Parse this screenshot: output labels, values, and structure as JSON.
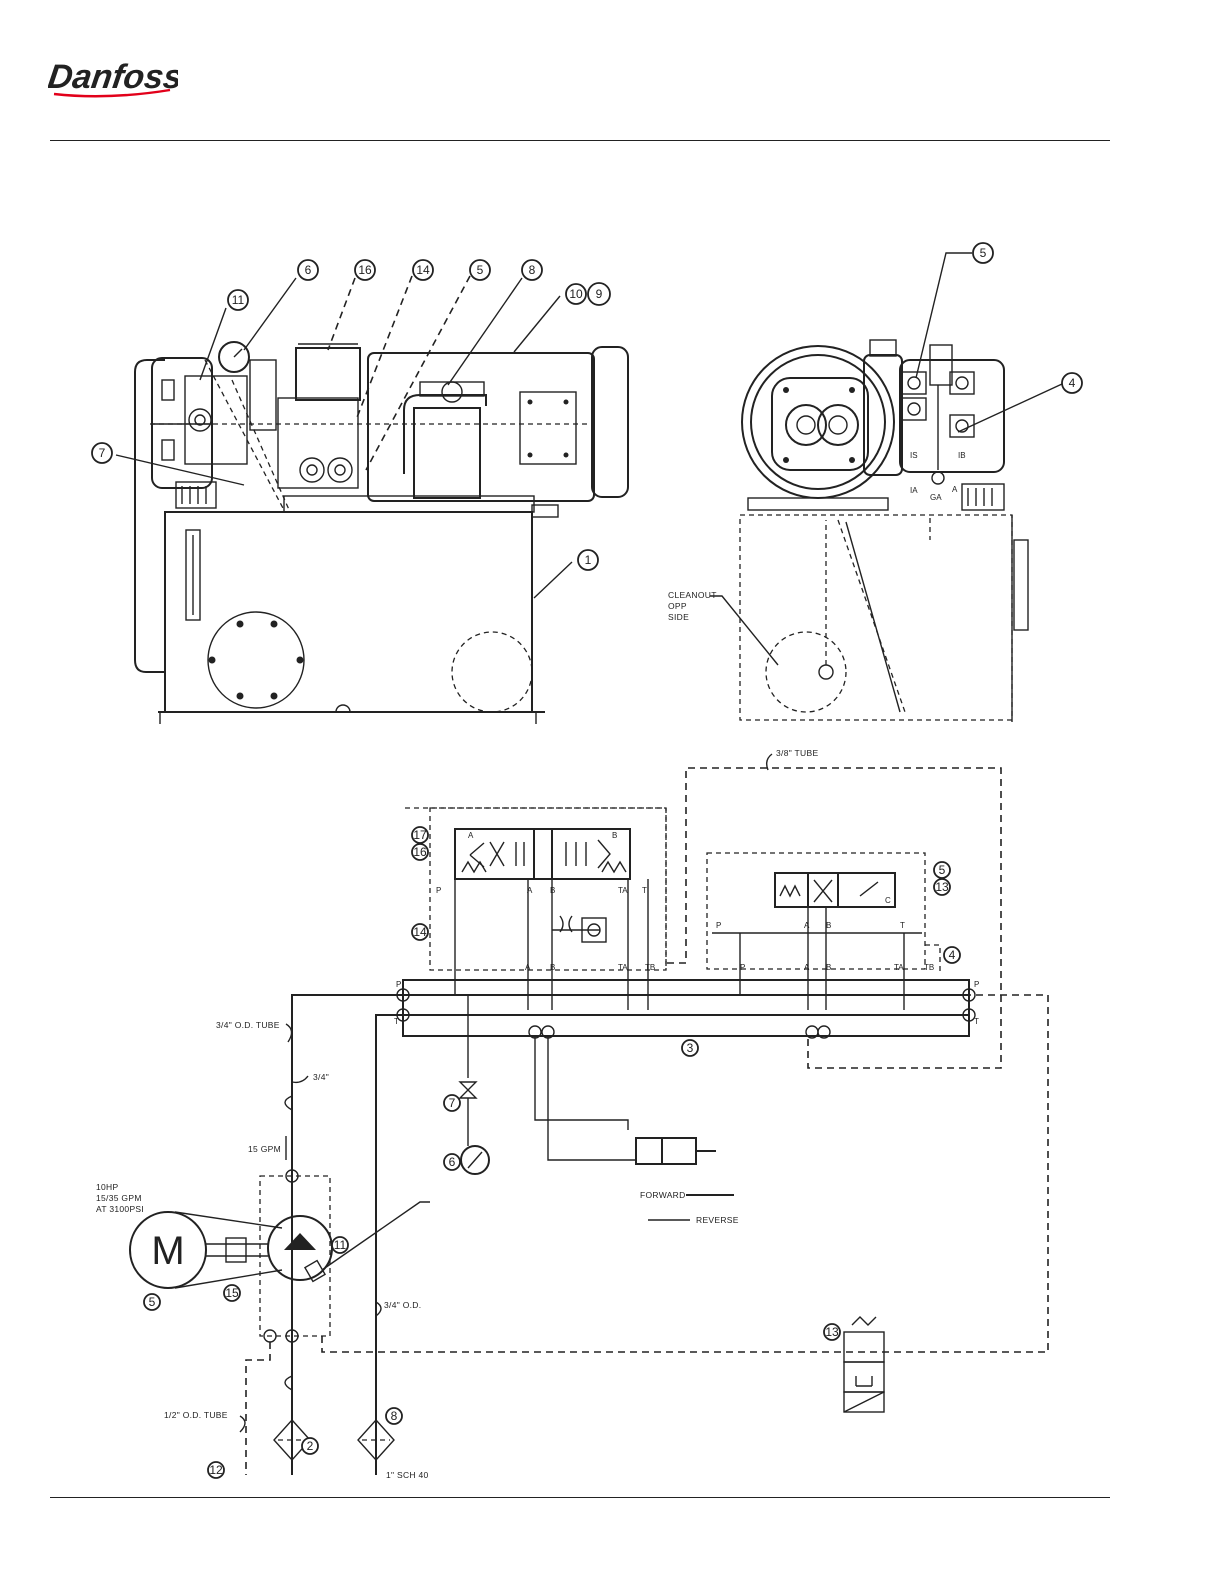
{
  "header": {
    "logo_text": "Danfoss",
    "logo_color": "#e2001a"
  },
  "front_view": {
    "callouts": [
      "11",
      "6",
      "16",
      "14",
      "5",
      "8",
      "10",
      "9",
      "7",
      "1"
    ]
  },
  "side_view": {
    "callouts": [
      "5",
      "4"
    ],
    "cleanout_label": [
      "CLEANOUT",
      "OPP",
      "SIDE"
    ],
    "port_labels": [
      "IS",
      "IB",
      "IA",
      "GA",
      "A"
    ]
  },
  "schematic": {
    "callouts": [
      "17",
      "16",
      "14",
      "5",
      "13",
      "4",
      "3",
      "7",
      "6",
      "11",
      "5",
      "15",
      "8",
      "2",
      "13",
      "12"
    ],
    "tube_labels": {
      "top_return": "3/8\" TUBE",
      "pressure_tube": "3/4\" O.D. TUBE",
      "pressure_fitting": "3/4\"",
      "flow": "15 GPM",
      "return_tube": "3/4\" O.D.",
      "drain_tube": "1/2\" O.D. TUBE",
      "suction": "1\" SCH 40"
    },
    "motor": {
      "symbol": "M",
      "rating_lines": [
        "10HP",
        "15/35 GPM",
        "AT 3100PSI"
      ]
    },
    "legend": {
      "forward": "FORWARD",
      "reverse": "REVERSE"
    },
    "valve1_ports": [
      "A",
      "B",
      "P",
      "A",
      "B",
      "TA",
      "T",
      "P",
      "A",
      "B",
      "TA",
      "TB",
      "T"
    ],
    "valve2_ports": [
      "P",
      "A",
      "B",
      "T",
      "P",
      "A",
      "B",
      "TA",
      "TB",
      "P",
      "T",
      "C"
    ]
  }
}
